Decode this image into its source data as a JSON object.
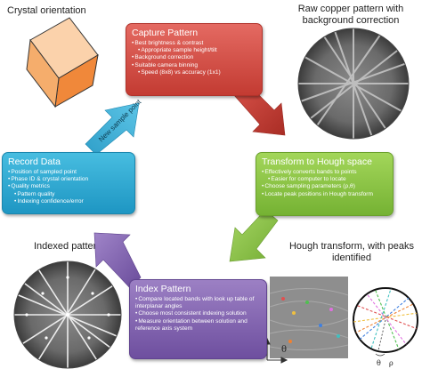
{
  "captions": {
    "crystal": "Crystal orientation",
    "raw_line1": "Raw copper pattern with",
    "raw_line2": "background correction",
    "indexed": "Indexed pattern",
    "hough_line1": "Hough transform, with peaks",
    "hough_line2": "identified"
  },
  "boxes": {
    "capture": {
      "title": "Capture Pattern",
      "items": [
        "Best brightness & contrast",
        "Appropriate sample height/tilt",
        "Background correction",
        "Suitable camera binning",
        "Speed (8x8) vs accuracy (1x1)"
      ]
    },
    "transform": {
      "title": "Transform to Hough space",
      "items": [
        "Effectively converts bands to points",
        "Easier for computer to locate",
        "Choose sampling parameters (ρ,θ)",
        "Locate peak positions in Hough transform"
      ]
    },
    "index": {
      "title": "Index Pattern",
      "items": [
        "Compare located bands with look up table of interplanar angles",
        "Choose most consistent indexing solution",
        "Measure orientation between solution and reference axis system"
      ]
    },
    "record": {
      "title": "Record Data",
      "items": [
        "Position of sampled point",
        "Phase ID & crystal orientation",
        "Quality metrics",
        "Pattern quality",
        "Indexing confidence/error"
      ]
    }
  },
  "arrow_label": "New sample point",
  "axis_labels": {
    "rho": "ρ",
    "theta": "θ"
  },
  "colors": {
    "red": "#cf4a41",
    "green": "#8cc445",
    "purple": "#7e62b0",
    "blue": "#2ea9d4",
    "cube": "#f8c293"
  }
}
